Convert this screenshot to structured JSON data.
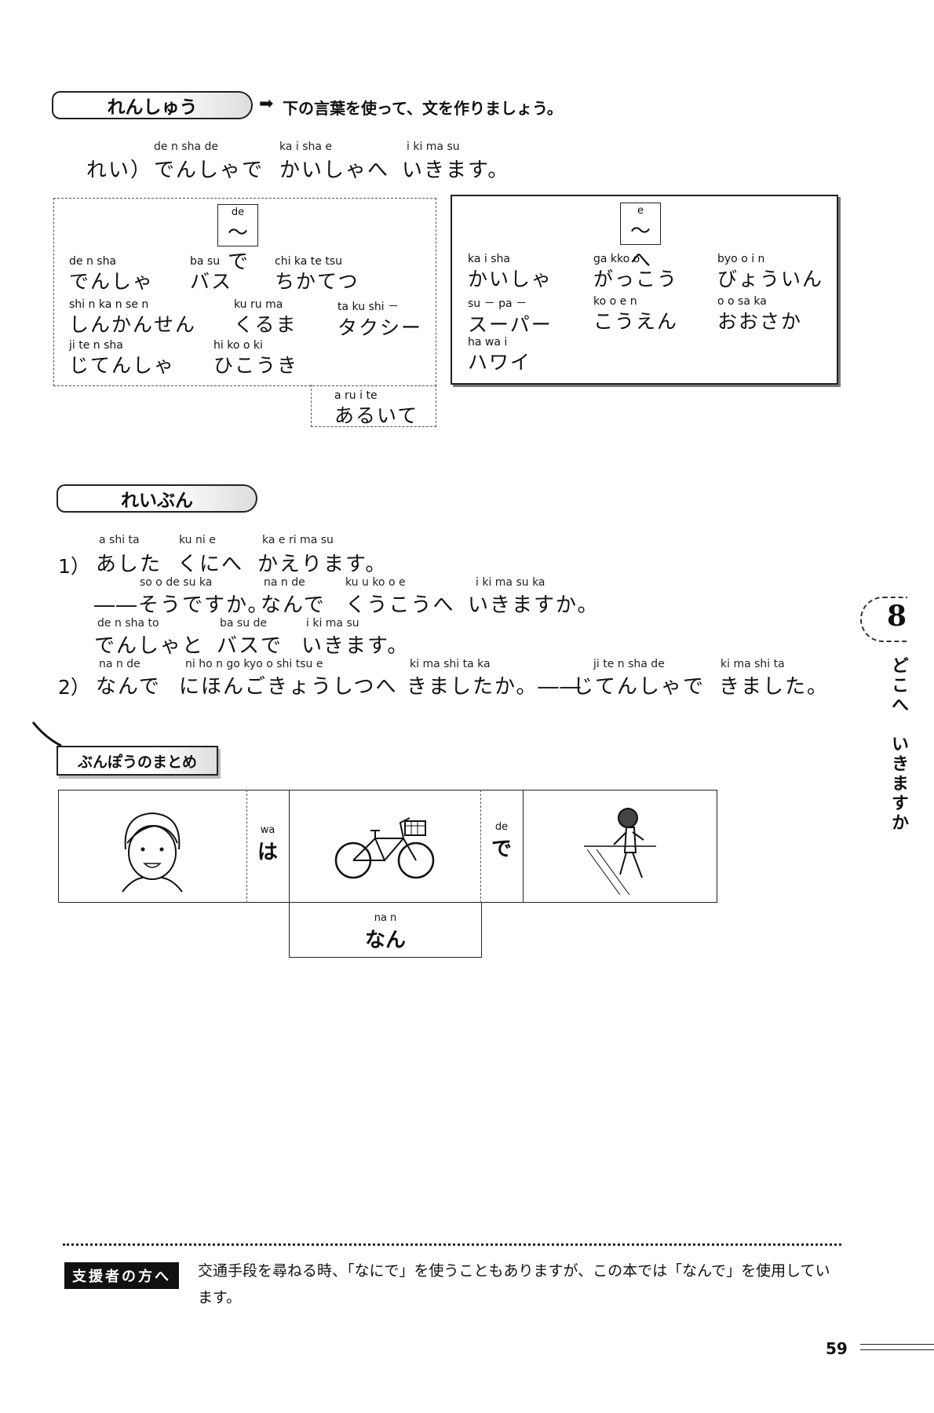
{
  "renshuu": {
    "title": "れんしゅう",
    "instruction": "下の言葉を使って、文を作りましょう。",
    "example": {
      "prefix": "れい）",
      "romaji": [
        "de n sha de",
        "ka i sha e",
        "i ki ma su"
      ],
      "kana": [
        "でんしゃで",
        "かいしゃへ",
        "いきます。"
      ]
    }
  },
  "left_box": {
    "particle": {
      "romaji": "de",
      "kana": "～で"
    },
    "words": [
      {
        "romaji": "de n sha",
        "kana": "でんしゃ"
      },
      {
        "romaji": "ba su",
        "kana": "バス"
      },
      {
        "romaji": "chi ka te tsu",
        "kana": "ちかてつ"
      },
      {
        "romaji": "shi n ka n se n",
        "kana": "しんかんせん"
      },
      {
        "romaji": "ku ru ma",
        "kana": "くるま"
      },
      {
        "romaji": "ta ku shi －",
        "kana": "タクシー"
      },
      {
        "romaji": "ji te n sha",
        "kana": "じてんしゃ"
      },
      {
        "romaji": "hi ko o ki",
        "kana": "ひこうき"
      }
    ],
    "extra": {
      "romaji": "a ru i te",
      "kana": "あるいて"
    }
  },
  "right_box": {
    "particle": {
      "romaji": "e",
      "kana": "～へ"
    },
    "words": [
      {
        "romaji": "ka i sha",
        "kana": "かいしゃ"
      },
      {
        "romaji": "ga kko o",
        "kana": "がっこう"
      },
      {
        "romaji": "byo o i n",
        "kana": "びょういん"
      },
      {
        "romaji": "su － pa －",
        "kana": "スーパー"
      },
      {
        "romaji": "ko o e n",
        "kana": "こうえん"
      },
      {
        "romaji": "o o sa ka",
        "kana": "おおさか"
      },
      {
        "romaji": "ha wa i",
        "kana": "ハワイ"
      }
    ]
  },
  "reibun": {
    "title": "れいぶん",
    "lines": [
      {
        "num": "1）",
        "romaji": [
          "a shi ta",
          "ku ni e",
          "ka e ri ma su"
        ],
        "kana": [
          "あした",
          "くにへ",
          "かえります。"
        ]
      },
      {
        "num": "",
        "romaji": [
          "so o de su ka",
          "na n de",
          "ku u ko o e",
          "i ki ma su ka"
        ],
        "kana": [
          "――そうですか。",
          "なんで",
          "くうこうへ",
          "いきますか。"
        ]
      },
      {
        "num": "",
        "romaji": [
          "de n sha to",
          "ba su de",
          "i ki ma su"
        ],
        "kana": [
          "でんしゃと",
          "バスで",
          "いきます。"
        ]
      },
      {
        "num": "2）",
        "romaji": [
          "na n de",
          "ni ho n go kyo o shi tsu e",
          "ki ma shi ta ka",
          "ji te n sha de",
          "ki ma shi ta"
        ],
        "kana": [
          "なんで",
          "にほんごきょうしつへ",
          "きましたか。――",
          "じてんしゃで",
          "きました。"
        ]
      }
    ]
  },
  "bunpou": {
    "title": "ぶんぽうのまとめ",
    "wa": {
      "romaji": "wa",
      "kana": "は"
    },
    "de": {
      "romaji": "de",
      "kana": "で"
    },
    "nan": {
      "romaji": "na n",
      "kana": "なん"
    }
  },
  "support": {
    "label": "支援者の方へ",
    "text": "交通手段を尋ねる時、「なにで」を使うこともありますが、この本では「なんで」を使用しています。"
  },
  "side_tab": {
    "number": "8",
    "text": "どこへ　いきますか"
  },
  "page_number": "59"
}
